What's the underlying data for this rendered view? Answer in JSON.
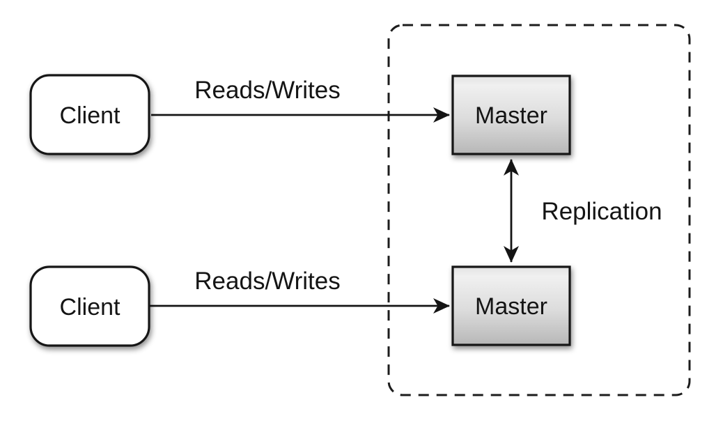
{
  "diagram": {
    "title": "master-master-replication",
    "background_color": "#ffffff",
    "stroke_color": "#141414",
    "master_fill_top": "#efefef",
    "master_fill_bottom": "#b7b7b7",
    "client_fill": "#ffffff",
    "nodes": {
      "client_top": {
        "label": "Client",
        "shape": "rounded-rect"
      },
      "client_bottom": {
        "label": "Client",
        "shape": "rounded-rect"
      },
      "master_top": {
        "label": "Master",
        "shape": "rect"
      },
      "master_bottom": {
        "label": "Master",
        "shape": "rect"
      }
    },
    "edges": {
      "reads_writes_top": {
        "label": "Reads/Writes",
        "from": "client_top",
        "to": "master_top",
        "direction": "one-way"
      },
      "reads_writes_bottom": {
        "label": "Reads/Writes",
        "from": "client_bottom",
        "to": "master_bottom",
        "direction": "one-way"
      },
      "replication": {
        "label": "Replication",
        "from": "master_top",
        "to": "master_bottom",
        "direction": "two-way"
      }
    },
    "cluster": {
      "name": "master-group-boundary",
      "style": "dashed"
    }
  }
}
